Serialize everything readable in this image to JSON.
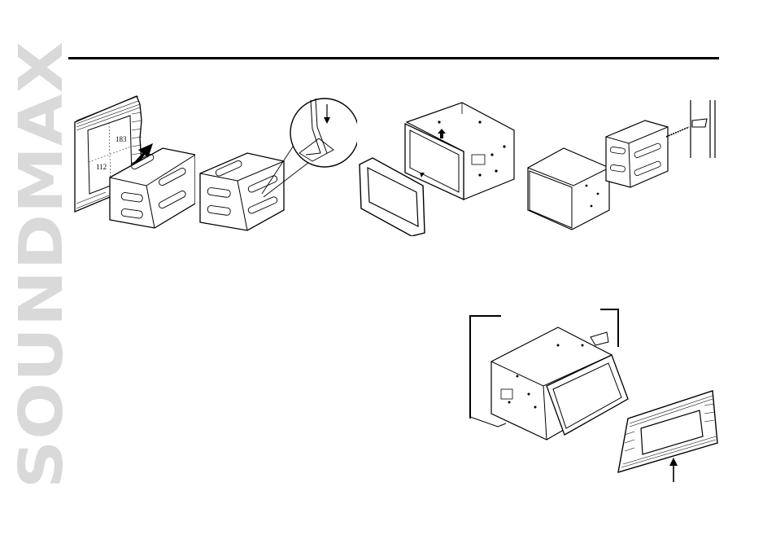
{
  "brand": {
    "logo_text": "SOUNDMAX",
    "logo_color": "#d9d9d9"
  },
  "figures": {
    "step1": {
      "width_label": "183",
      "height_label": "112"
    }
  }
}
